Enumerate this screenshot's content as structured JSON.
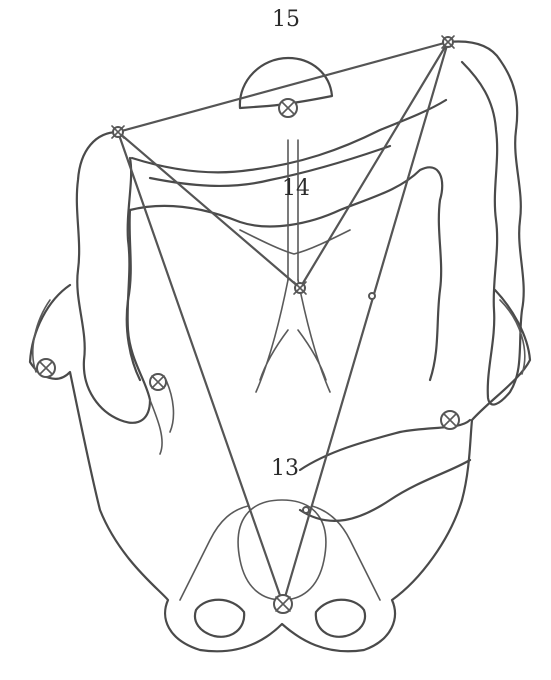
{
  "labels": {
    "top": "15",
    "middle": "14",
    "bottom": "13"
  }
}
